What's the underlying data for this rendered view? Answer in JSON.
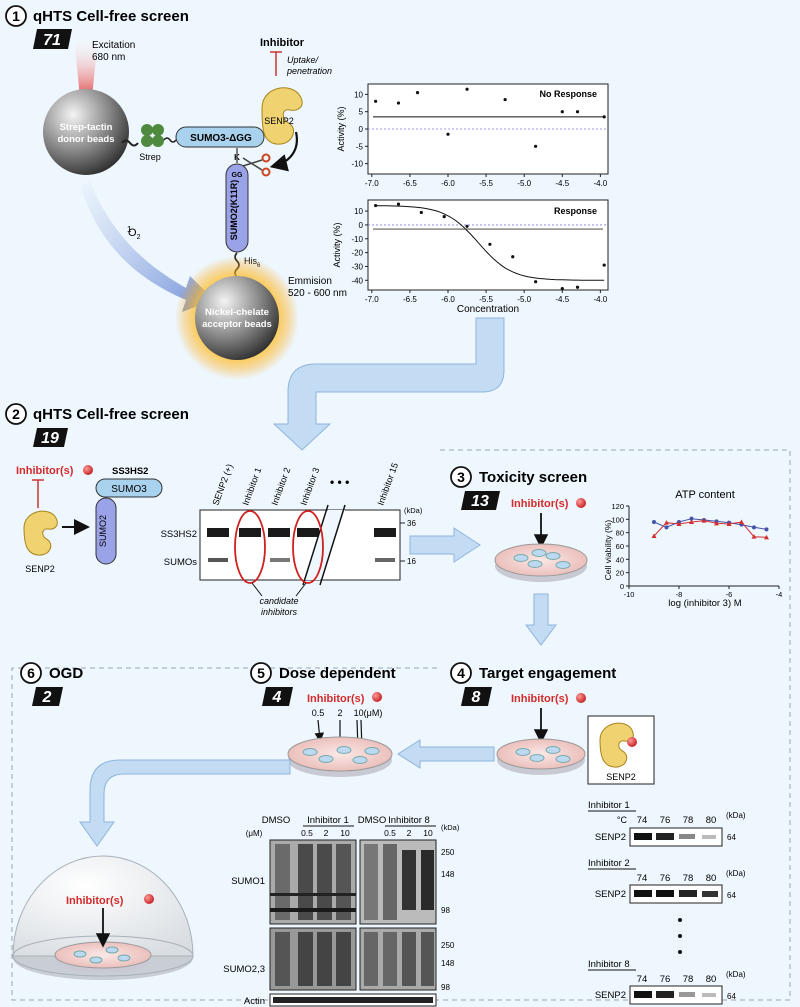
{
  "colors": {
    "background": "#eef7fd",
    "inhibitor_red": "#d42a2a",
    "sumo_blue": "#9aa2e8",
    "sumo3_blue": "#a9d2ef",
    "senp2_yellow": "#efd370",
    "arrow_blue": "#c3dcf4"
  },
  "step1": {
    "num": "1",
    "title": "qHTS Cell-free screen",
    "badge": "71",
    "excitation": "Excitation",
    "excitation_nm": "680 nm",
    "donor_line1": "Strep-tactin",
    "donor_line2": "donor beads",
    "strep": "Strep",
    "sumo3": "SUMO3-ΔGG",
    "k_label": "K",
    "gg_label": "GG",
    "sumo2": "SUMO2(K11R)",
    "his": "His",
    "his_sub": "6",
    "inhibitor": "Inhibitor",
    "uptake": "Uptake/",
    "penetration": "penetration",
    "senp2": "SENP2",
    "singlet": "O",
    "singlet_sub": "2",
    "emission": "Emmision",
    "emission_nm": "520 - 600 nm",
    "acceptor_line1": "Nickel-chelate",
    "acceptor_line2": "acceptor beads"
  },
  "plots": {
    "no_response_label": "No Response",
    "response_label": "Response",
    "ylabel": "Activity (%)",
    "xlabel": "Concentration"
  },
  "chart_data": [
    {
      "type": "scatter",
      "title": "No Response",
      "ylabel": "Activity (%)",
      "xlabel": "",
      "xlim": [
        -7.05,
        -3.9
      ],
      "ylim": [
        -13,
        13
      ],
      "x": [
        -6.95,
        -6.65,
        -6.4,
        -6.0,
        -5.75,
        -5.25,
        -4.85,
        -4.5,
        -4.3,
        -3.95
      ],
      "y": [
        8,
        7.5,
        10.5,
        -1.5,
        11.5,
        8.5,
        -5,
        5,
        5,
        3.5
      ],
      "fit": {
        "type": "flat",
        "y": 3.5
      },
      "reference_line": 0,
      "xticks": [
        "-7.0",
        "-6.5",
        "-6.0",
        "-5.5",
        "-5.0",
        "-4.5",
        "-4.0"
      ],
      "yticks": [
        "10",
        "5",
        "0",
        "-5",
        "-10"
      ]
    },
    {
      "type": "scatter",
      "title": "Response",
      "ylabel": "Activity (%)",
      "xlabel": "Concentration",
      "xlim": [
        -7.05,
        -3.9
      ],
      "ylim": [
        -47,
        18
      ],
      "x": [
        -6.95,
        -6.65,
        -6.35,
        -6.05,
        -5.75,
        -5.45,
        -5.15,
        -4.85,
        -4.5,
        -4.3,
        -3.95
      ],
      "y": [
        14,
        15,
        9,
        6,
        -1,
        -14,
        -23,
        -41,
        -46,
        -45,
        -29
      ],
      "fit": {
        "type": "sigmoid",
        "top": 14,
        "bottom": -40,
        "ec50": -5.6,
        "slope": 2
      },
      "reference_line": 0,
      "flat_line": -3,
      "xticks": [
        "-7.0",
        "-6.5",
        "-6.0",
        "-5.5",
        "-5.0",
        "-4.5",
        "-4.0"
      ],
      "yticks": [
        "10",
        "0",
        "-10",
        "-20",
        "-30",
        "-40"
      ]
    },
    {
      "type": "scatter",
      "title": "ATP content",
      "ylabel": "Cell viability (%)",
      "xlabel": "log (inhibitor 3) M",
      "xlim": [
        -10,
        -4
      ],
      "ylim": [
        0,
        120
      ],
      "series": [
        {
          "values_x": [
            -9,
            -8.5,
            -8,
            -7.5,
            -7,
            -6.5,
            -6,
            -5.5,
            -5,
            -4.5
          ],
          "values_y": [
            96,
            88,
            96,
            101,
            99,
            97,
            95,
            92,
            88,
            85
          ]
        },
        {
          "values_x": [
            -9,
            -8.5,
            -8,
            -7.5,
            -7,
            -6.5,
            -6,
            -5.5,
            -5,
            -4.5
          ],
          "values_y": [
            75,
            95,
            93,
            96,
            98,
            94,
            93,
            96,
            74,
            73
          ]
        }
      ],
      "xticks": [
        "-10",
        "-8",
        "-6",
        "-4"
      ],
      "yticks": [
        "0",
        "20",
        "40",
        "60",
        "80",
        "100",
        "120"
      ]
    }
  ],
  "step2": {
    "num": "2",
    "title": "qHTS Cell-free screen",
    "badge": "19",
    "inhibitors": "Inhibitor(s)",
    "ss3hs2": "SS3HS2",
    "sumo3": "SUMO3",
    "sumo2": "SUMO2",
    "senp2": "SENP2",
    "gel_cols": [
      "SENP2 (+)",
      "Inhibitor 1",
      "Inhibitor 2",
      "Inhibitor 3",
      "Inhibitor 15"
    ],
    "dots": "• • •",
    "row_ss3hs2": "SS3HS2",
    "row_sumos": "SUMOs",
    "kda": "(kDa)",
    "mw36": "36",
    "mw16": "16",
    "candidate1": "candidate",
    "candidate2": "inhibitors"
  },
  "step3": {
    "num": "3",
    "title": "Toxicity screen",
    "badge": "13",
    "inhibitors": "Inhibitor(s)",
    "chart_title": "ATP content",
    "ylabel": "Cell viability (%)",
    "xlabel": "log (inhibitor 3) M"
  },
  "step4": {
    "num": "4",
    "title": "Target engagement",
    "badge": "8",
    "inhibitors": "Inhibitor(s)",
    "senp2": "SENP2",
    "panels": [
      {
        "name": "Inhibitor 1",
        "unit": "°C",
        "temps": [
          "74",
          "76",
          "78",
          "80"
        ],
        "kda": "(kDa)",
        "row": "SENP2",
        "mw": "64"
      },
      {
        "name": "Inhibitor 2",
        "unit": "",
        "temps": [
          "74",
          "76",
          "78",
          "80"
        ],
        "kda": "(kDa)",
        "row": "SENP2",
        "mw": "64"
      },
      {
        "name": "Inhibitor 8",
        "unit": "",
        "temps": [
          "74",
          "76",
          "78",
          "80"
        ],
        "kda": "(kDa)",
        "row": "SENP2",
        "mw": "64"
      }
    ]
  },
  "step5": {
    "num": "5",
    "title": "Dose dependent",
    "badge": "4",
    "inhibitors": "Inhibitor(s)",
    "dose1": "0.5",
    "dose2": "2",
    "dose3": "10(μM)",
    "dmso": "DMSO",
    "inh1": "Inhibitor 1",
    "inh8": "Inhibitor 8",
    "um": "(μM)",
    "doses": [
      "0.5",
      "2",
      "10"
    ],
    "kda": "(kDa)",
    "sumo1": "SUMO1",
    "sumo23": "SUMO2,3",
    "actin": "Actin",
    "mw_top": [
      "250",
      "148",
      "98"
    ],
    "mw_bot": [
      "250",
      "148",
      "98"
    ]
  },
  "step6": {
    "num": "6",
    "title": "OGD",
    "badge": "2",
    "inhibitors": "Inhibitor(s)"
  }
}
